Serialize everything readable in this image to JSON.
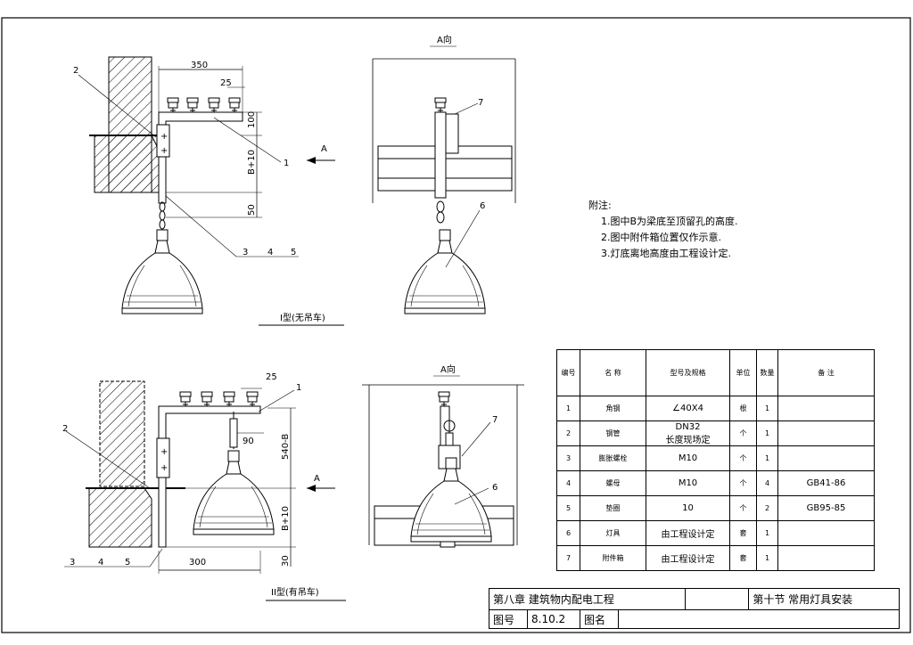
{
  "views": {
    "view_a_label": "A向",
    "view_a2_label": "A向",
    "type1_caption": "I型(无吊车)",
    "type2_caption": "II型(有吊车)",
    "arrow_label": "A",
    "arrow_label_2": "A"
  },
  "dims": {
    "d350": "350",
    "d25": "25",
    "d100": "100",
    "db10": "B+10",
    "d50": "50",
    "d25b": "25",
    "d90": "90",
    "d540b": "540-B",
    "db10b": "B+10",
    "d300": "300",
    "d30": "30"
  },
  "callouts": {
    "c1": "1",
    "c2": "2",
    "c3": "3",
    "c4": "4",
    "c5": "5",
    "c6": "6",
    "c7": "7",
    "c1b": "1",
    "c2b": "2",
    "c3b": "3",
    "c4b": "4",
    "c5b": "5",
    "c6b": "6",
    "c7b": "7"
  },
  "notes": {
    "title": "附注:",
    "line1": "1.图中B为梁底至顶留孔的高度.",
    "line2": "2.图中附件箱位置仅作示意.",
    "line3": "3.灯底离地高度由工程设计定."
  },
  "table": {
    "headers": [
      "编号",
      "名  称",
      "型号及规格",
      "单位",
      "数量",
      "备  注"
    ],
    "rows": [
      [
        "1",
        "角钢",
        "∠40X4",
        "根",
        "1",
        ""
      ],
      [
        "2",
        "钢管",
        "DN32\n长度现场定",
        "个",
        "1",
        ""
      ],
      [
        "3",
        "膨胀螺栓",
        "M10",
        "个",
        "1",
        ""
      ],
      [
        "4",
        "螺母",
        "M10",
        "个",
        "4",
        "GB41-86"
      ],
      [
        "5",
        "垫圈",
        "10",
        "个",
        "2",
        "GB95-85"
      ],
      [
        "6",
        "灯具",
        "由工程设计定",
        "套",
        "1",
        ""
      ],
      [
        "7",
        "附件箱",
        "由工程设计定",
        "套",
        "1",
        ""
      ]
    ]
  },
  "title_block": {
    "chapter": "第八章   建筑物内配电工程",
    "section": "第十节   常用灯具安装",
    "drawing_no_label": "图号",
    "drawing_no": "8.10.2",
    "drawing_name_label": "图名"
  }
}
